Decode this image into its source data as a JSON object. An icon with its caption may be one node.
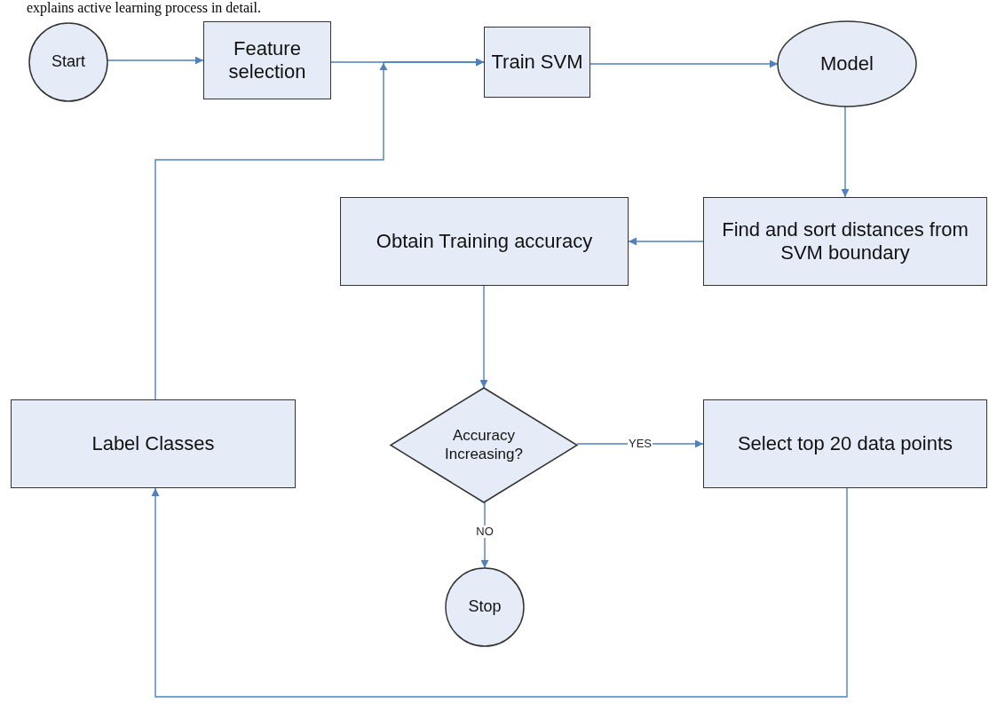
{
  "diagram": {
    "nodes": [
      {
        "text": [
          "Start"
        ]
      },
      {
        "text": [
          "Feature selection"
        ]
      },
      {
        "text": [
          "Train SVM"
        ]
      },
      {
        "text": [
          "Model"
        ]
      },
      {
        "text": [
          "Obtain Training accuracy"
        ]
      },
      {
        "text": [
          "Find and sort distances from SVM boundary"
        ]
      },
      {
        "text": [
          "Accuracy Increasing?"
        ]
      },
      {
        "text": [
          "Select top 20 data points"
        ]
      },
      {
        "text": [
          "Label Classes"
        ]
      },
      {
        "text": [
          "Stop"
        ]
      }
    ],
    "edges": [
      {
        "from": 0,
        "to": 1,
        "arrow": "to"
      },
      {
        "from": 1,
        "to": 2,
        "arrow": "to"
      },
      {
        "from": 8,
        "to": 2,
        "arrow": "to"
      },
      {
        "from": 2,
        "to": 3,
        "arrow": "to"
      },
      {
        "from": 3,
        "to": 5,
        "arrow": "to"
      },
      {
        "from": 5,
        "to": 4,
        "arrow": "to"
      },
      {
        "from": 4,
        "to": 6,
        "arrow": "to"
      },
      {
        "from": 6,
        "to": 7,
        "label": "YES",
        "arrow": "to"
      },
      {
        "from": 6,
        "to": 9,
        "label": "NO",
        "arrow": "to"
      },
      {
        "from": 7,
        "to": 8,
        "arrow": "to"
      }
    ],
    "labels": [
      "explains active learning process in detail."
    ]
  }
}
